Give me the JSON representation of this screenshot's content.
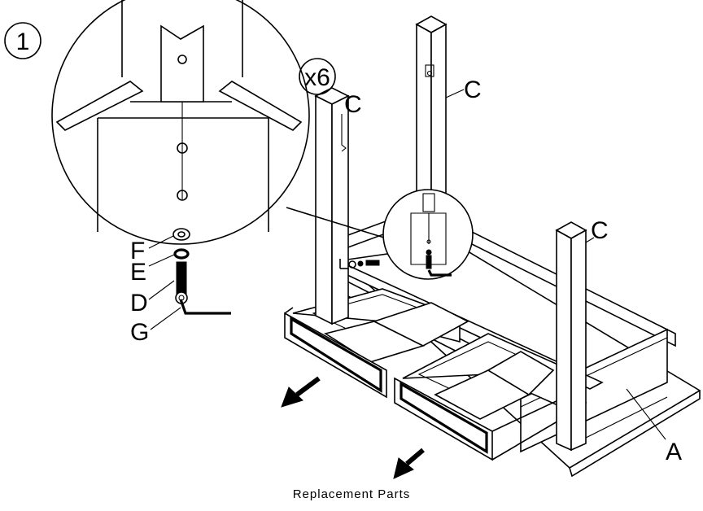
{
  "step": {
    "number": "1",
    "quantity": "x6"
  },
  "labels": {
    "part_a": "A",
    "part_c_left": "C",
    "part_c_back": "C",
    "part_c_right": "C",
    "part_d": "D",
    "part_e": "E",
    "part_f": "F",
    "part_g": "G"
  },
  "caption": "Replacement Parts",
  "icons": [
    "pull-out-arrow-icon",
    "allen-key-icon",
    "bolt-icon"
  ],
  "colors": {
    "line": "#000000",
    "background": "#ffffff"
  }
}
